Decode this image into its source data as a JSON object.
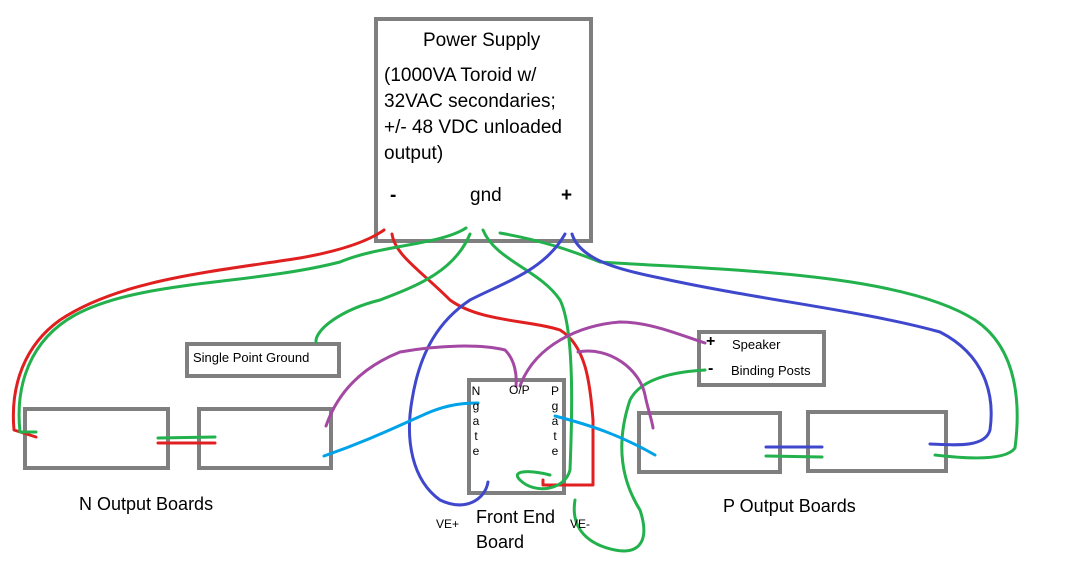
{
  "colors": {
    "box_stroke": "#7f7f7f",
    "wire_red": "#e02020",
    "wire_green": "#22b14c",
    "wire_blue": "#3f48cc",
    "wire_cyan": "#00a2e8",
    "wire_purple": "#a349a4"
  },
  "power_supply": {
    "title": "Power Supply",
    "description": "(1000VA Toroid w/\n32VAC secondaries;\n+/- 48 VDC unloaded\noutput)",
    "terminal_negative": "-",
    "terminal_ground": "gnd",
    "terminal_positive": "+"
  },
  "single_point_ground": {
    "label": "Single Point Ground"
  },
  "speaker": {
    "plus_sign": "+",
    "minus_sign": "-",
    "label_line1": "Speaker",
    "label_line2": "Binding Posts"
  },
  "front_end": {
    "label_line1": "Front End",
    "label_line2": "Board",
    "n_gate": "N\ng\na\nt\ne",
    "p_gate": "P\ng\na\nt\ne",
    "output": "O/P",
    "ve_plus": "VE+",
    "ve_minus": "VE-"
  },
  "n_output_boards": {
    "label": "N Output Boards"
  },
  "p_output_boards": {
    "label": "P Output Boards"
  }
}
